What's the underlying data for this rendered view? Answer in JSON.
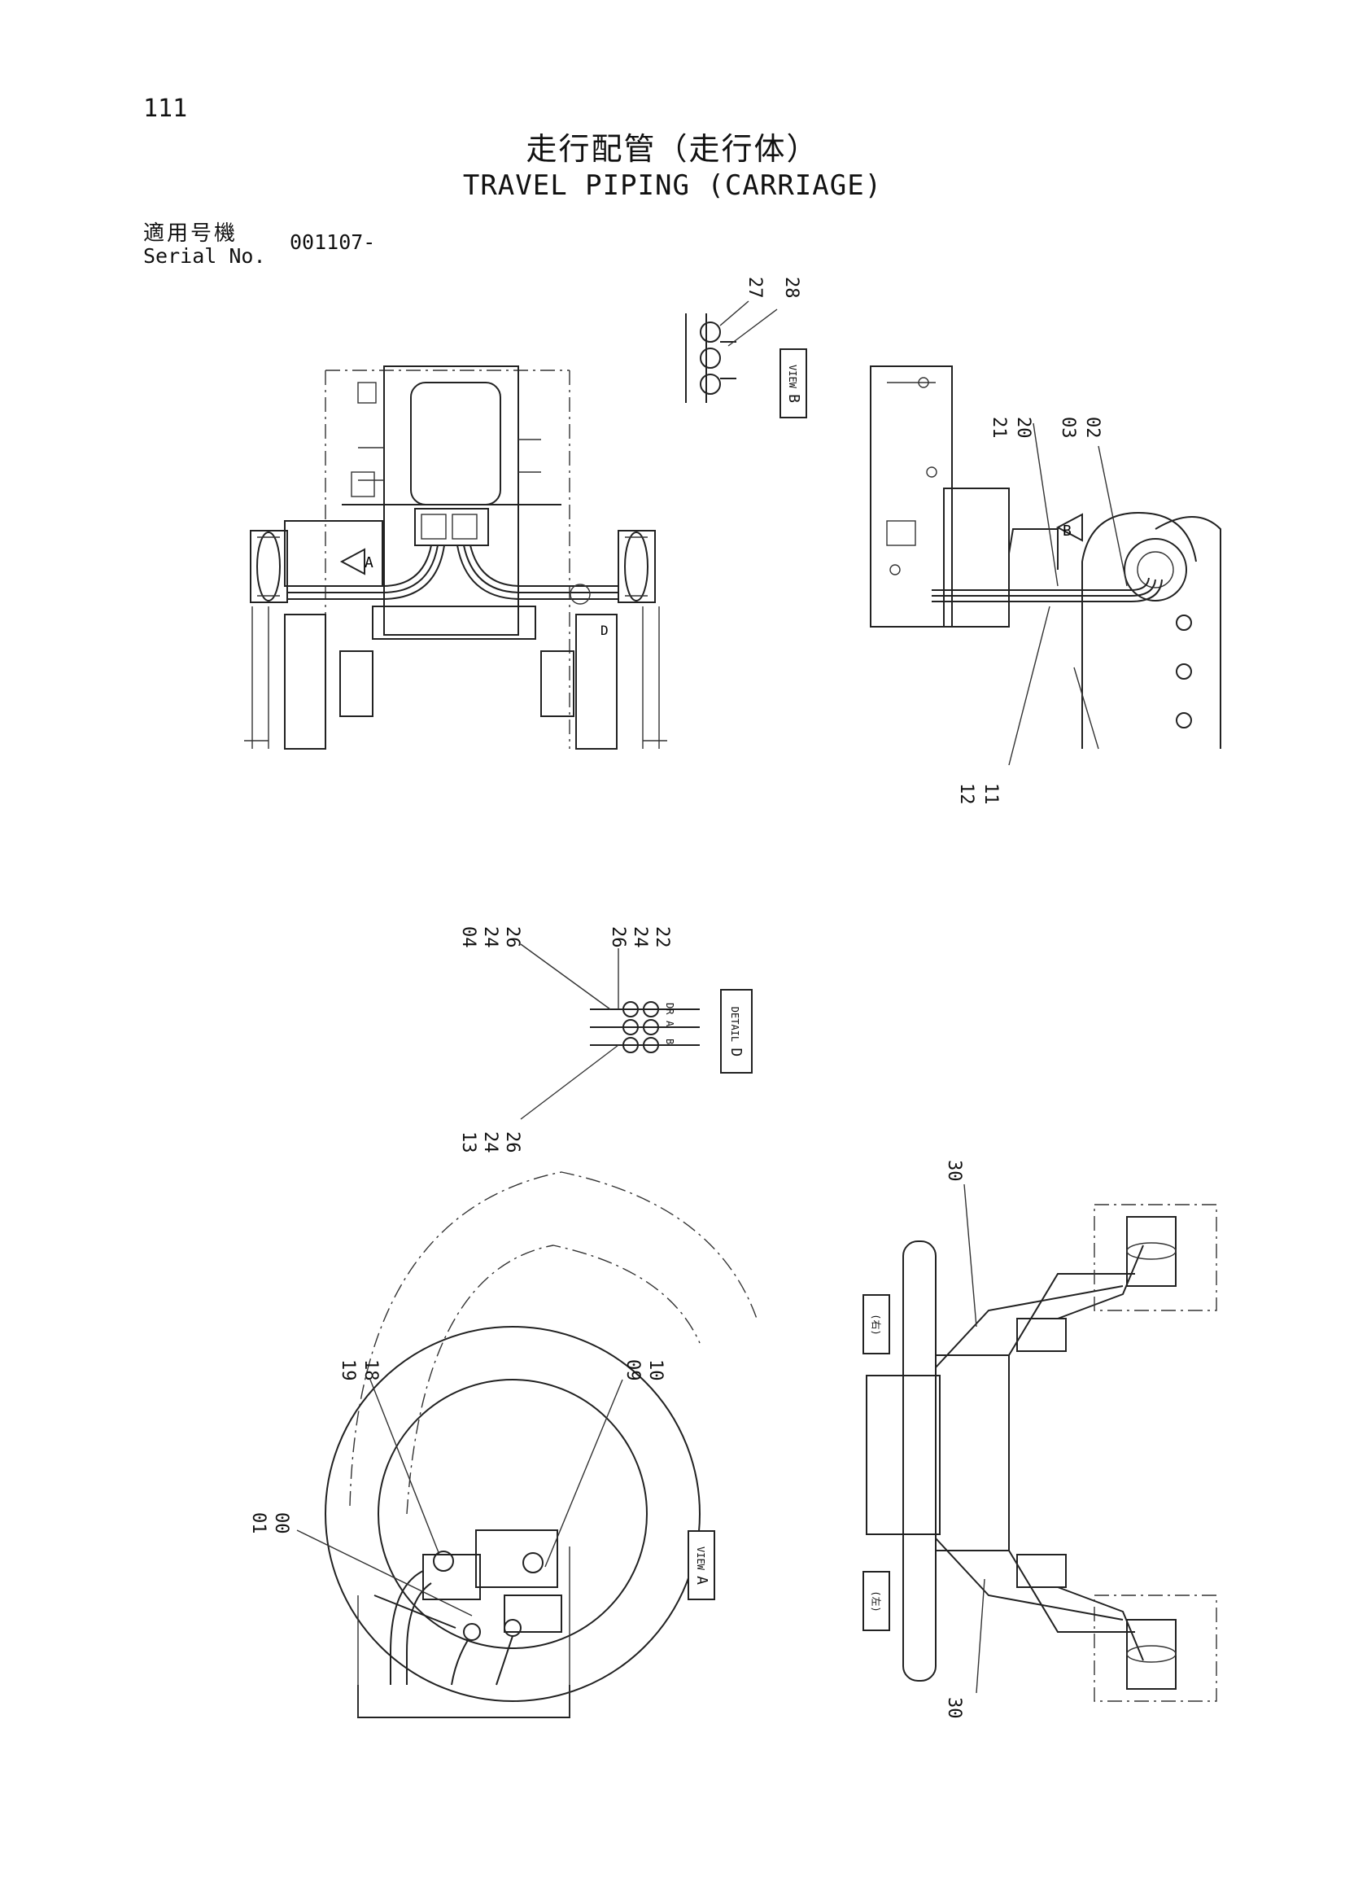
{
  "page_number": "111",
  "title": {
    "japanese": "走行配管（走行体）",
    "english": "TRAVEL PIPING (CARRIAGE)"
  },
  "serial": {
    "label_japanese": "適用号機",
    "label_english": "Serial No.",
    "value": "001107-"
  },
  "views": {
    "view_b": {
      "tag": "VIEW",
      "letter": "B"
    },
    "view_a": {
      "tag": "VIEW",
      "letter": "A"
    },
    "detail_d": {
      "tag": "DETAIL",
      "letter": "D"
    },
    "a_arrow": "A",
    "b_arrow": "B",
    "d_marker": "D",
    "side_right": "(右)",
    "side_left": "(左)"
  },
  "part_callouts": {
    "top_right": [
      "27",
      "28",
      "21",
      "20",
      "03",
      "02",
      "12",
      "11"
    ],
    "detail": [
      "04",
      "24",
      "26",
      "26",
      "24",
      "22",
      "13",
      "24",
      "26"
    ],
    "view_a": [
      "19",
      "18",
      "09",
      "10",
      "01",
      "00"
    ],
    "plan": [
      "30",
      "30"
    ]
  },
  "port_labels": [
    "DR",
    "A",
    "B"
  ]
}
